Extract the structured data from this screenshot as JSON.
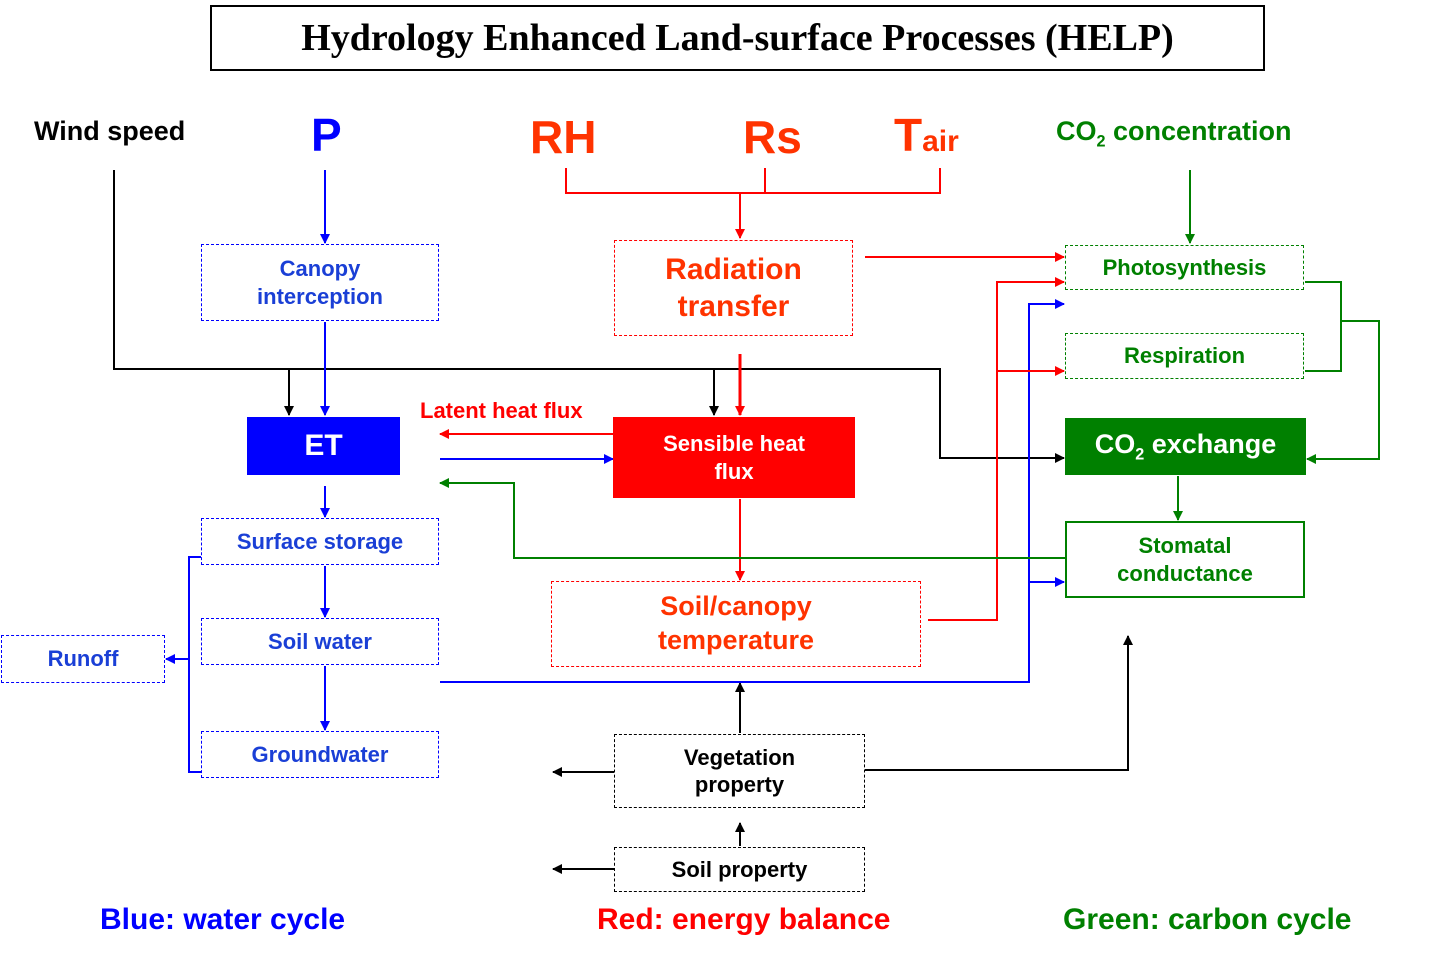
{
  "title": "Hydrology Enhanced Land-surface Processes (HELP)",
  "drivers": {
    "wind_speed": "Wind speed",
    "precipitation": "P",
    "rh": "RH",
    "rs": "Rs",
    "tair_main": "T",
    "tair_sub": "air",
    "co2_main": "CO",
    "co2_sub": "2",
    "co2_rest": " concentration"
  },
  "nodes": {
    "canopy_interception": [
      "Canopy",
      "interception"
    ],
    "et": "ET",
    "surface_storage": "Surface storage",
    "soil_water": "Soil water",
    "groundwater": "Groundwater",
    "runoff": "Runoff",
    "radiation_transfer": [
      "Radiation",
      "transfer"
    ],
    "sensible_heat_flux": [
      "Sensible heat",
      "flux"
    ],
    "latent_heat_flux": "Latent heat flux",
    "soil_canopy_temperature": [
      "Soil/canopy",
      "temperature"
    ],
    "vegetation_property": [
      "Vegetation",
      "property"
    ],
    "soil_property": "Soil property",
    "photosynthesis": "Photosynthesis",
    "respiration": "Respiration",
    "co2_exchange_main": "CO",
    "co2_exchange_sub": "2",
    "co2_exchange_rest": " exchange",
    "stomatal_conductance": [
      "Stomatal",
      "conductance"
    ]
  },
  "legend": {
    "water": "Blue: water cycle",
    "energy": "Red: energy balance",
    "carbon": "Green: carbon cycle"
  },
  "colors": {
    "water": "#0000ff",
    "energy": "#ff0000",
    "carbon": "#008000",
    "neutral": "#000000"
  }
}
